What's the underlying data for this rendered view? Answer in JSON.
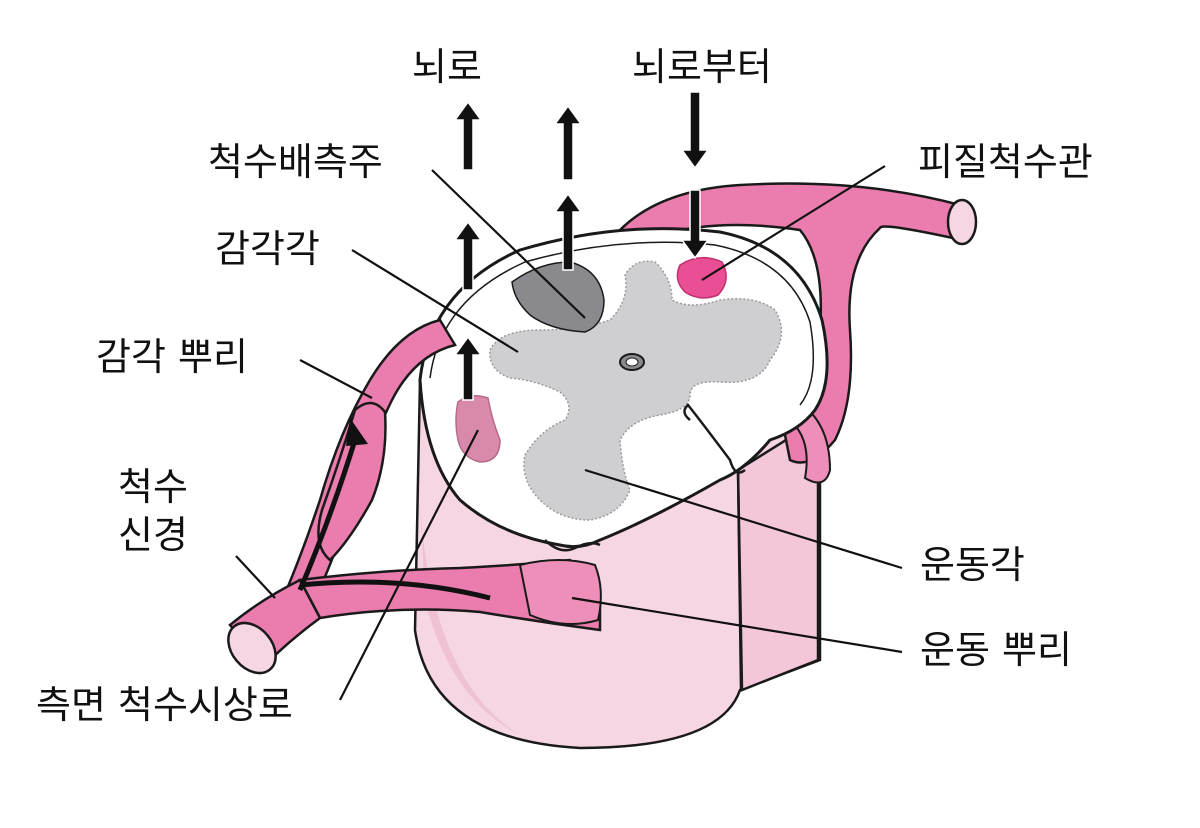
{
  "labels": {
    "to_brain": "뇌로",
    "from_brain": "뇌로부터",
    "dorsal_column": "척수배측주",
    "corticospinal_tract": "피질척수관",
    "dorsal_horn": "감각각",
    "dorsal_root": "감각 뿌리",
    "spinal_nerve_line1": "척수",
    "spinal_nerve_line2": "신경",
    "ventral_horn": "운동각",
    "ventral_root": "운동 뿌리",
    "spinothalamic_tract": "측면 척수시상로"
  },
  "colors": {
    "pink_light": "#f7d6e4",
    "pink_mid": "#ee8fb9",
    "pink_nerve": "#ea7cae",
    "pink_tract": "#e84f95",
    "pink_muted": "#d98aaa",
    "gray_matter": "#cfcfd2",
    "dorsal_column_gray": "#8a8a8e",
    "line": "#111111"
  }
}
